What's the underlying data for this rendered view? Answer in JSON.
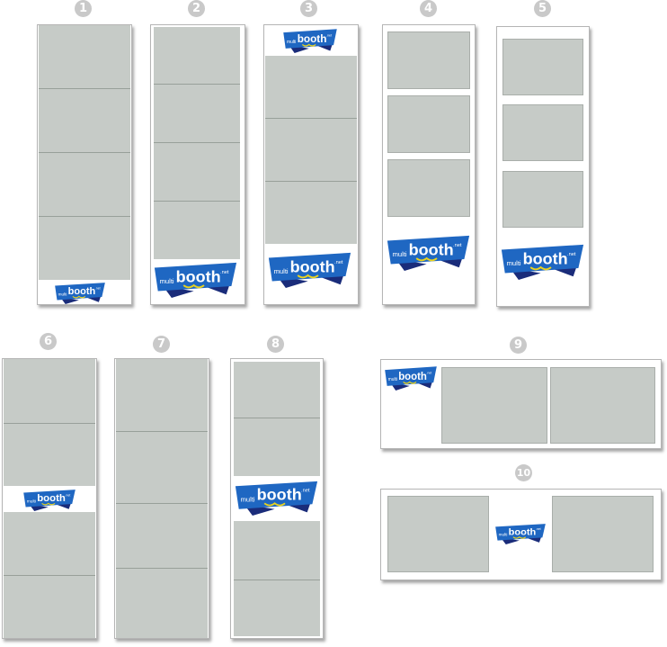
{
  "layouts": [
    {
      "number": "1"
    },
    {
      "number": "2"
    },
    {
      "number": "3"
    },
    {
      "number": "4"
    },
    {
      "number": "5"
    },
    {
      "number": "6"
    },
    {
      "number": "7"
    },
    {
      "number": "8"
    },
    {
      "number": "9"
    },
    {
      "number": "10"
    }
  ],
  "logo": {
    "left": "multi",
    "main": "booth",
    "right": ".net"
  },
  "colors": {
    "photo": "#c6cbc7",
    "logo_blue": "#1f67c2",
    "logo_dark": "#1a2c7a",
    "logo_yellow": "#e8d21e"
  }
}
